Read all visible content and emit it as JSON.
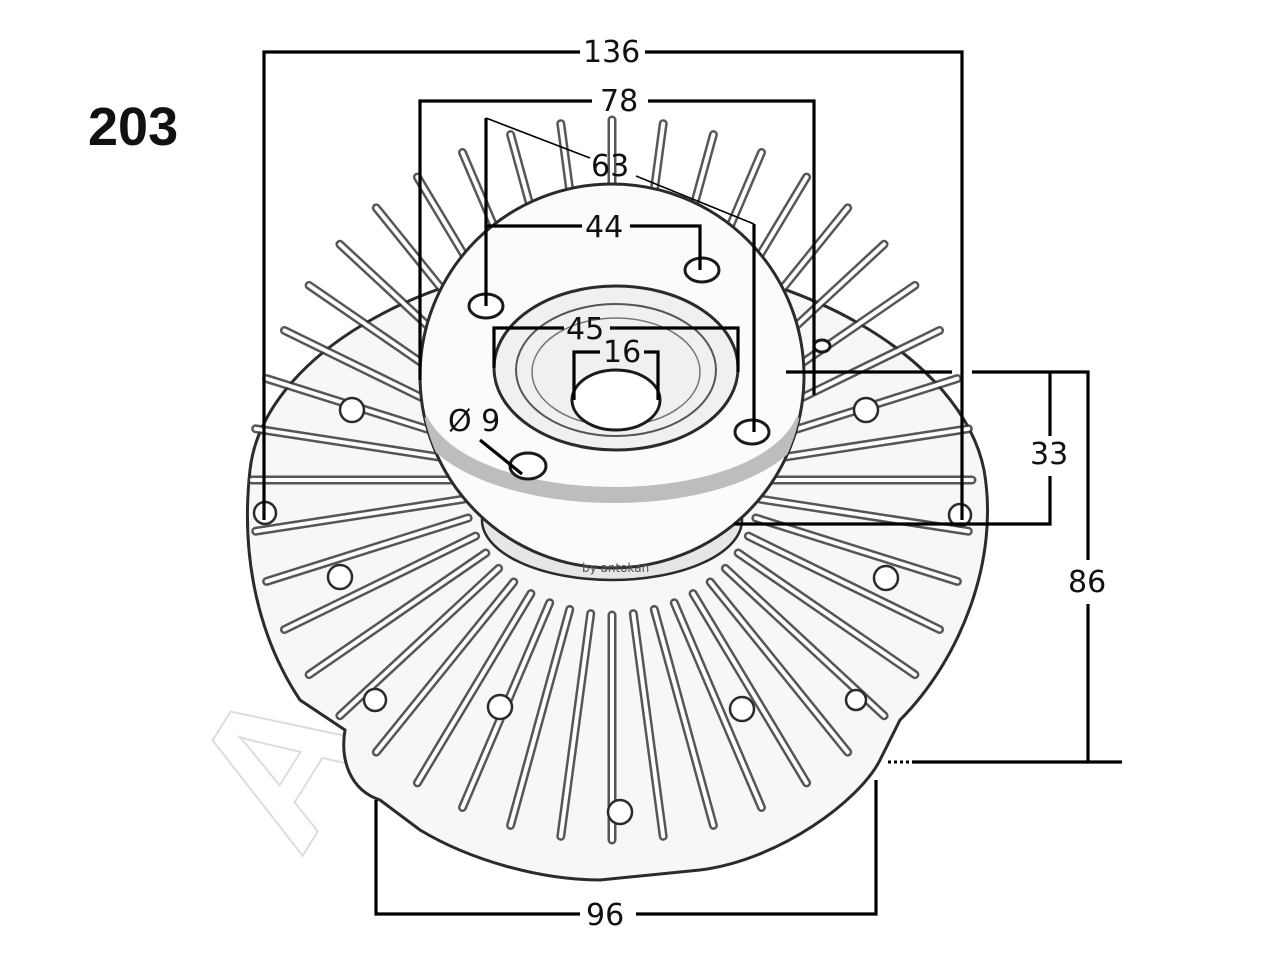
{
  "part_number": "203",
  "credit": "by antokan",
  "watermark": "Ashika",
  "colors": {
    "line": "#000000",
    "sketch": "#3a3a3a",
    "background": "#ffffff"
  },
  "dimensions": {
    "outer_mounting_width": "136",
    "inner_width": "78",
    "bolt_circle_diameter": "63",
    "bolt_spacing": "44",
    "pilot_diameter": "45",
    "bore_diameter": "16",
    "hole_diameter": "Ø 9",
    "flange_height": "33",
    "overall_height": "86",
    "base_width": "96"
  }
}
